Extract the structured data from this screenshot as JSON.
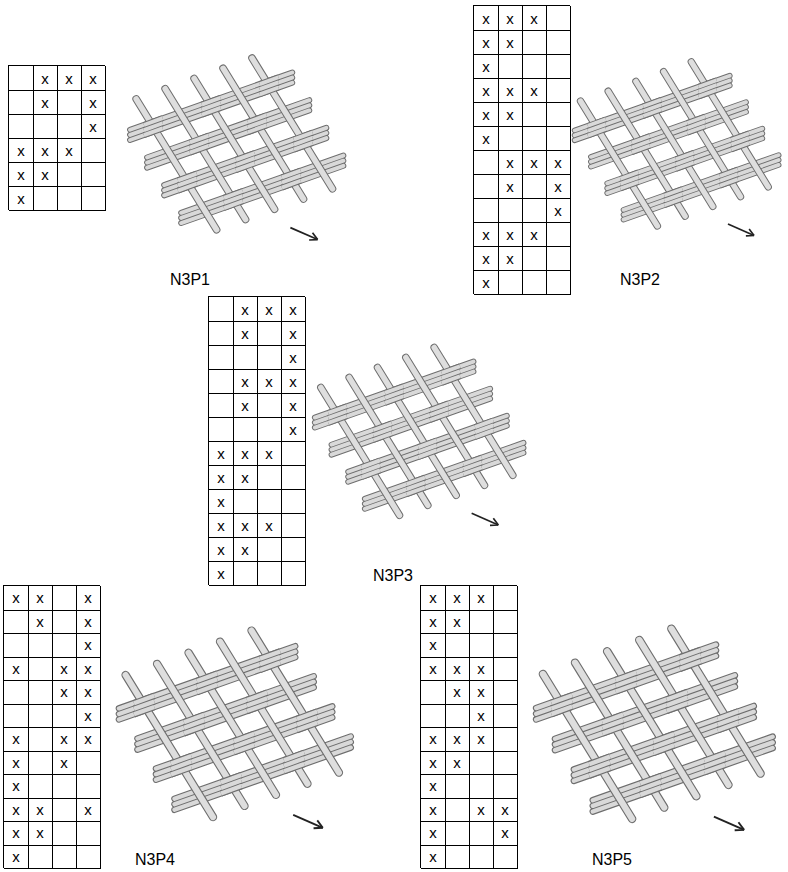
{
  "diagram": {
    "labels": [
      "x",
      "x",
      "x",
      "x",
      "x",
      "x",
      "x",
      "x",
      "x",
      "x",
      "x",
      "x",
      "N3P1",
      "x",
      "x",
      "x",
      "x",
      "x",
      "x",
      "x",
      "x",
      "x",
      "x",
      "x",
      "x",
      "x",
      "x",
      "x",
      "x",
      "x",
      "x",
      "x",
      "x",
      "x",
      "x",
      "x",
      "x",
      "N3P2",
      "x",
      "x",
      "x",
      "x",
      "x",
      "x",
      "x",
      "x",
      "x",
      "x",
      "x",
      "x",
      "x",
      "x",
      "x",
      "x",
      "x",
      "x",
      "x",
      "x",
      "x",
      "x",
      "x",
      "x",
      "N3P3",
      "x",
      "x",
      "x",
      "x",
      "x",
      "x",
      "x",
      "x",
      "x",
      "x",
      "x",
      "x",
      "x",
      "x",
      "x",
      "x",
      "x",
      "x",
      "x",
      "x",
      "x",
      "x",
      "x",
      "x",
      "N3P4",
      "x",
      "x",
      "x",
      "x",
      "x",
      "x",
      "x",
      "x",
      "x",
      "x",
      "x",
      "x",
      "x",
      "x",
      "x",
      "x",
      "x",
      "x",
      "x",
      "x",
      "x",
      "x",
      "x",
      "x",
      "N3P5"
    ]
  }
}
